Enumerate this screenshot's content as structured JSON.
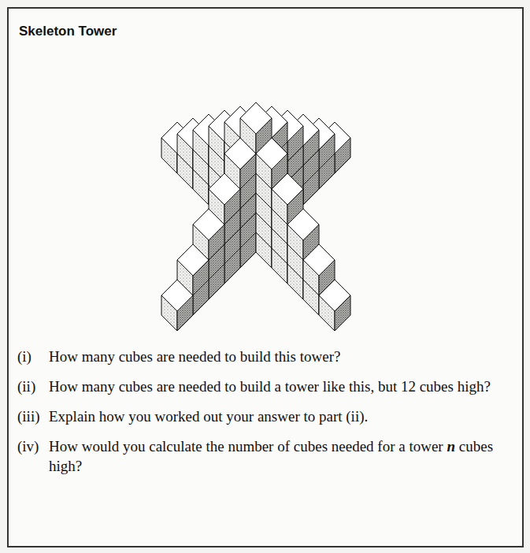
{
  "diagram": {
    "title": "Skeleton Tower",
    "labels": [
      "(i)",
      "How many cubes are needed to build this tower?",
      "(ii)",
      "How many cubes are needed to build a tower like this, but 12 cubes high?",
      "(iii)",
      "Explain how you worked out your answer to part (ii).",
      "(iv)",
      "How would you calculate the number of cubes needed for a tower",
      "n",
      "cubes high?"
    ]
  }
}
